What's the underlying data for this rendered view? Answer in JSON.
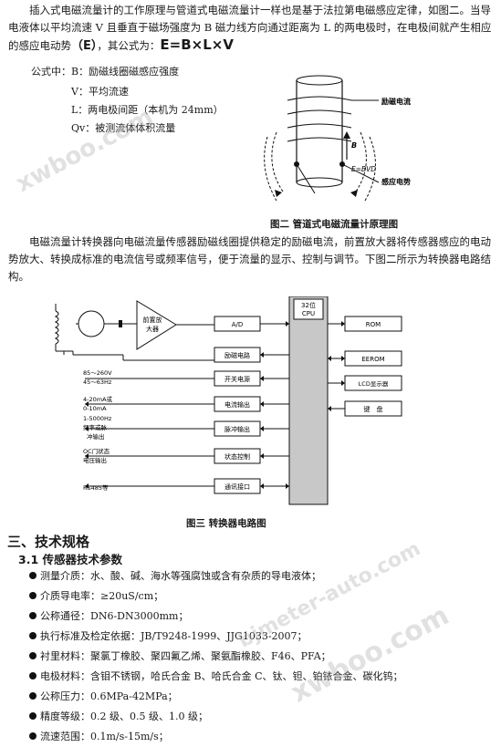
{
  "para1": "插入式电磁流量计的工作原理与管道式电磁流量计一样也是基于法拉第电磁感应定律，如图二。当导电液体以平均流速 V 且垂直于磁场强度为 B 磁力线方向通过距离为 L 的两电极时，在电极间就产生相应的感应电动势",
  "formula": {
    "e_symbol": "（E）",
    "lead": "，其公式为：",
    "equation": "E=B×L×V"
  },
  "symbols": {
    "intro": "公式中：",
    "b": "B：励磁线圈磁感应强度",
    "v": "V：平均流速",
    "l": "L：两电极间距（本机为 24mm）",
    "q": "Qv：被测流体体积流量"
  },
  "fig2": {
    "caption": "图二  管道式电磁流量计原理图",
    "label_coil": "励磁电流",
    "label_b": "B",
    "label_e": "E=BVD",
    "label_emf": "感应电势"
  },
  "para2": "电磁流量计转换器向电磁流量传感器励磁线圈提供稳定的励磁电流，前置放大器将传感器感应的电动势放大、转换成标准的电流信号或频率信号，便于流量的显示、控制与调节。下图二所示为转换器电路结构。",
  "fig3": {
    "caption": "图三  转换器电路图",
    "cpu_title": "32位",
    "cpu_sub": "CPU",
    "preamp_1": "前置放",
    "preamp_2": "大器",
    "blocks": [
      "A/D",
      "励磁电路",
      "开关电源",
      "电流输出",
      "脉冲输出",
      "状态控制",
      "通讯接口"
    ],
    "right_blocks": [
      "ROM",
      "EEROM",
      "LCD显示器",
      "键　盘"
    ],
    "left_labels": {
      "power_1": "85～260V",
      "power_2": "45～63Hz",
      "current_1": "4-20mA或",
      "current_2": "0-10mA",
      "pulse_1": "1-5000Hz",
      "pulse_2": "频率或脉",
      "pulse_3": "冲输出",
      "state_1": "OC门状态",
      "state_2": "电压输出",
      "rs485": "RS485等"
    }
  },
  "section3": {
    "title": "三、技术规格",
    "sub": "3.1 传感器技术参数"
  },
  "specs": [
    "测量介质：水、酸、碱、海水等强腐蚀或含有杂质的导电液体；",
    "介质导电率：≥20uS/cm；",
    "公称通径：DN6-DN3000mm；",
    "执行标准及检定依据：JB/T9248-1999、JJG1033-2007；",
    "衬里材料：聚氯丁橡胶、聚四氟乙烯、聚氨酯橡胶、F46、PFA；",
    "电极材料：含钼不锈钢，哈氏合金 B、哈氏合金 C、钛、钽、铂铱合金、碳化钨；",
    "公称压力：0.6MPa-42MPa；",
    "精度等级：0.2 级、0.5 级、1.0 级；",
    "流速范围：0.1m/s-15m/s；"
  ],
  "watermarks": [
    "xwboo.com",
    "bjmeter-auto.com",
    "xwboo.com"
  ],
  "colors": {
    "text": "#1a1a1a",
    "cpu_bus": "#c8c8c8",
    "watermark": "#aaaaaa"
  }
}
